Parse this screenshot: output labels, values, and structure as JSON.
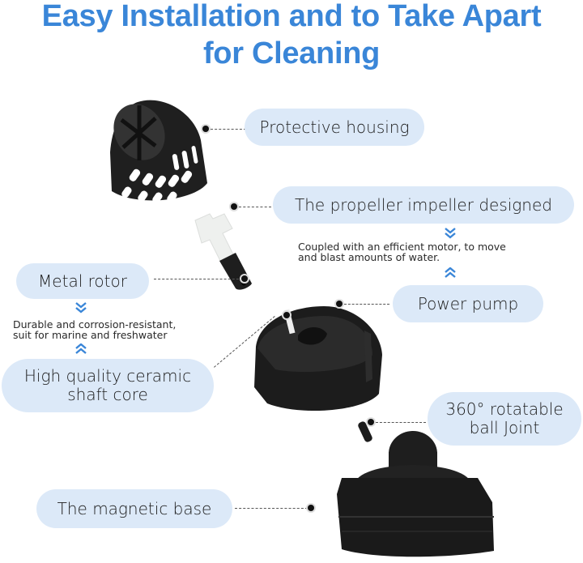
{
  "title": {
    "line1": "Easy Installation and to Take Apart",
    "line2": "for Cleaning",
    "color": "#3a86d8"
  },
  "labels": {
    "protective_housing": "Protective housing",
    "propeller": "The propeller impeller designed",
    "propeller_desc_1": "Coupled with an efficient motor,  to move",
    "propeller_desc_2": "and blast amounts of water.",
    "metal_rotor": "Metal rotor",
    "rotor_desc_1": "Durable and corrosion-resistant,",
    "rotor_desc_2": "suit for marine and freshwater",
    "ceramic_1": "High quality ceramic",
    "ceramic_2": "shaft core",
    "power_pump": "Power pump",
    "ball_joint_1": "360° rotatable",
    "ball_joint_2": "ball Joint",
    "magnetic_base": "The magnetic base"
  },
  "colors": {
    "pill_bg": "#dce9f8",
    "chevron": "#3a86d8",
    "part": "#1e1e1e"
  },
  "icons": {
    "chevron_down": "double-chevron-down-icon",
    "chevron_up": "double-chevron-up-icon"
  }
}
